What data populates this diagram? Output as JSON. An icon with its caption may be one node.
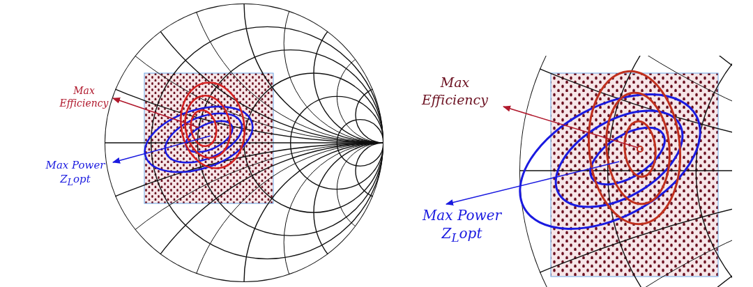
{
  "diagram": {
    "nodes": [
      {
        "text": [
          "Max Efficiency"
        ]
      },
      {
        "text": [
          "Max Power Z$_{L}$opt"
        ]
      },
      {
        "text": [
          "Max Efficiency"
        ]
      },
      {
        "text": [
          "Max Power Z$_{L}$opt"
        ]
      }
    ],
    "edges": [
      {
        "from": null,
        "to": 0,
        "arrow": "to",
        "color": "#b0182c"
      },
      {
        "from": null,
        "to": 1,
        "arrow": "to",
        "color": "#1a1ae0"
      },
      {
        "from": null,
        "to": 2,
        "arrow": "to",
        "color": "#b0182c"
      },
      {
        "from": null,
        "to": 3,
        "arrow": "to",
        "color": "#1a1ae0"
      }
    ]
  }
}
